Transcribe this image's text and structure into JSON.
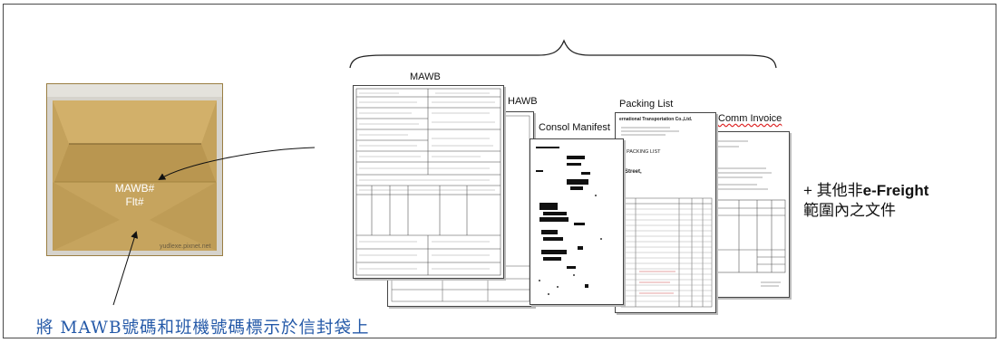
{
  "envelope": {
    "line1": "MAWB#",
    "line2": "Flt#",
    "watermark": "yudlexe.pixnet.net"
  },
  "documents": {
    "mawb": "MAWB",
    "hawb": "HAWB",
    "packing_list": "Packing List",
    "consol_manifest": "Consol Manifest",
    "comm_invoice": "Comm Invoice",
    "packing_list_header": "ernational Transportation Co.,Ltd.",
    "packing_list_field": "PACKING LIST",
    "packing_list_street": "Street,"
  },
  "note": {
    "plus": "+",
    "line1_prefix": "其他非",
    "line1_term": "e-Freight",
    "line2": "範圍內之文件"
  },
  "caption": "將 MAWB號碼和班機號碼標示於信封袋上",
  "colors": {
    "caption": "#2459a8",
    "envelope": "#c8a762",
    "frame": "#4a4a4a"
  }
}
